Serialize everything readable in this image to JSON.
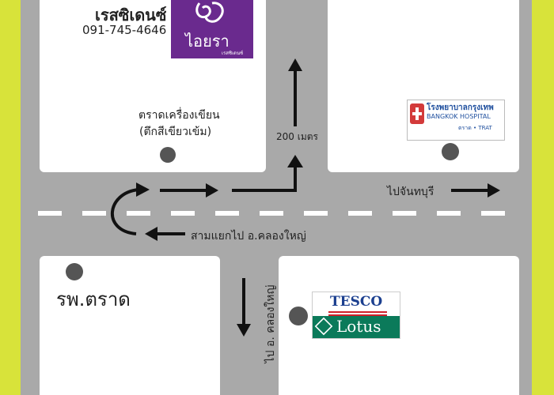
{
  "colors": {
    "frame": "#d8e33a",
    "road": "#a9a9a9",
    "block": "#ffffff",
    "dash": "#ffffff",
    "arrow": "#111111",
    "marker": "#555555",
    "logo_purple": "#6a2a8e",
    "tesco_blue": "#1b3f8f",
    "tesco_red": "#d0202a",
    "lotus_green": "#0b7a5a",
    "hospital_blue": "#1f4f9e",
    "hospital_red": "#d33a3a"
  },
  "hotel": {
    "name": "เรสซิเดนซ์",
    "phone": "091-745-4646",
    "logo_text": "ไอยรา",
    "logo_sub": "เรสซิเดนซ์"
  },
  "labels": {
    "trad_market": "ตราดเครื่องเขียน",
    "trad_market_sub": "(ตึกสีเขียวเข้ม)",
    "distance": "200 เมตร",
    "to_chanthaburi": "ไปจันทบุรี",
    "junction": "สามแยกไป อ.คลองใหญ่",
    "hospital_trat": "รพ.ตราด",
    "to_khlong_yai": "ไป อ. คลองใหญ่"
  },
  "bangkok_hospital": {
    "name_th": "โรงพยาบาลกรุงเทพ",
    "name_en": "BANGKOK HOSPITAL",
    "branch": "ตราด • TRAT"
  },
  "tesco": {
    "top": "TESCO",
    "bottom": "Lotus"
  }
}
